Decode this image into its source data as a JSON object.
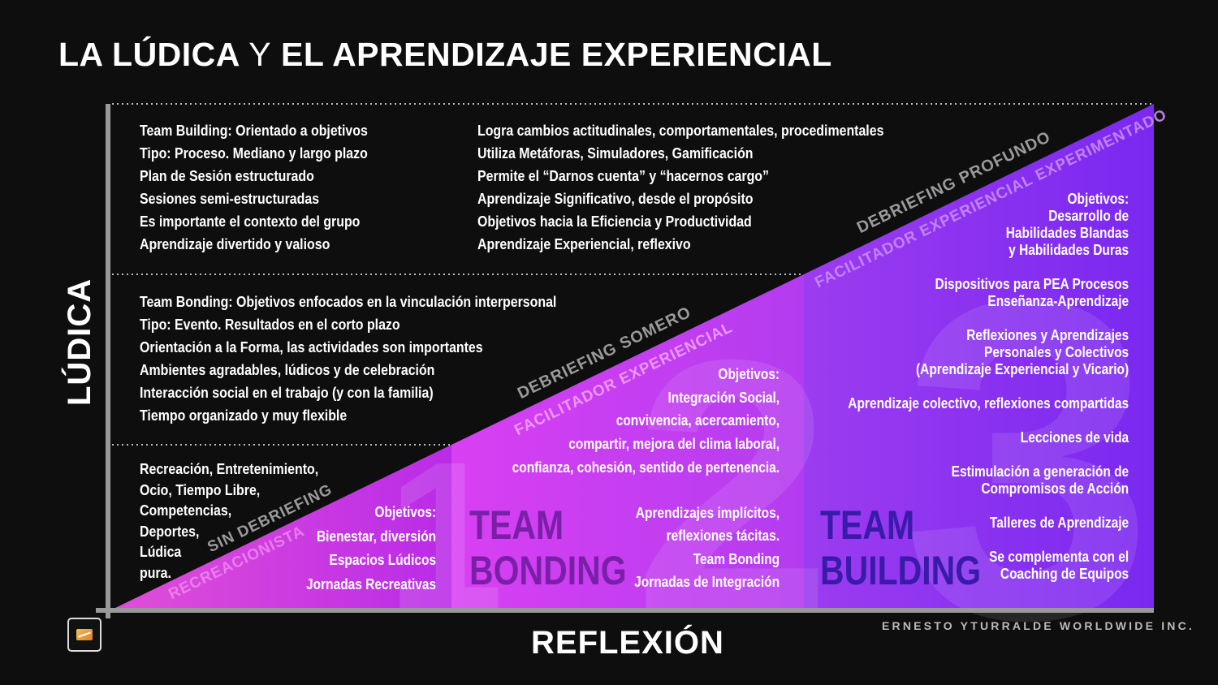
{
  "title": {
    "part1": "LA LÚDICA",
    "conj": "Y",
    "part2": "EL APRENDIZAJE EXPERIENCIAL"
  },
  "axes": {
    "y": "LÚDICA",
    "x": "REFLEXIÓN"
  },
  "credit": "ERNESTO YTURRALDE WORLDWIDE INC.",
  "colors": {
    "background": "#0e0e0f",
    "zone1": "#c83de0",
    "zone2": "#c842f0",
    "zone3": "#8a34f0",
    "axis": "#9a9a9a",
    "dark_label": "#3a1aa8"
  },
  "top_block": {
    "left": [
      "Team Building: Orientado a objetivos",
      "Tipo: Proceso. Mediano y largo plazo",
      "Plan de Sesión estructurado",
      "Sesiones semi-estructuradas",
      "Es importante el contexto del grupo",
      "Aprendizaje divertido y valioso"
    ],
    "right": [
      "Logra cambios actitudinales, comportamentales, procedimentales",
      "Utiliza Metáforas, Simuladores, Gamificación",
      "Permite el “Darnos cuenta” y “hacernos cargo”",
      "Aprendizaje Significativo, desde el propósito",
      "Objetivos hacia la Eficiencia y Productividad",
      "Aprendizaje Experiencial, reflexivo"
    ]
  },
  "middle_block": [
    "Team Bonding: Objetivos enfocados en la vinculación interpersonal",
    "Tipo: Evento. Resultados en el corto plazo",
    "Orientación a la Forma, las actividades son importantes",
    "Ambientes agradables, lúdicos y de celebración",
    "Interacción social en el trabajo (y con la familia)",
    "Tiempo organizado y muy flexible"
  ],
  "bottom_block": [
    "Recreación, Entretenimiento,",
    "Ocio, Tiempo Libre,",
    "Competencias,",
    "Deportes,",
    "Lúdica",
    "pura."
  ],
  "zone1": {
    "number": "1",
    "diag_top": "SIN DEBRIEFING",
    "diag_bottom": "RECREACIONISTA",
    "objectives": [
      "Objetivos:",
      "Bienestar, diversión",
      "Espacios Lúdicos",
      "Jornadas Recreativas"
    ]
  },
  "zone2": {
    "number": "2",
    "diag_top": "DEBRIEFING SOMERO",
    "diag_bottom": "FACILITADOR EXPERIENCIAL",
    "objectives": [
      "Objetivos:",
      "Integración Social,",
      "convivencia, acercamiento,",
      "compartir, mejora del clima laboral,",
      "confianza, cohesión, sentido de pertenencia."
    ],
    "label_line1": "TEAM",
    "label_line2": "BONDING",
    "extras": [
      "Aprendizajes implícitos,",
      "reflexiones tácitas.",
      "Team Bonding",
      "Jornadas de Integración"
    ]
  },
  "zone3": {
    "number": "3",
    "diag_top": "DEBRIEFING PROFUNDO",
    "diag_bottom": "FACILITADOR EXPERIENCIAL EXPERIMENTADO",
    "label_line1": "TEAM",
    "label_line2": "BUILDING",
    "items": [
      [
        "Objetivos:",
        "Desarrollo de",
        "Habilidades Blandas",
        "y Habilidades Duras"
      ],
      [
        "Dispositivos para PEA Procesos",
        "Enseñanza-Aprendizaje"
      ],
      [
        "Reflexiones y Aprendizajes",
        "Personales y Colectivos",
        "(Aprendizaje Experiencial y Vicario)"
      ],
      [
        "Aprendizaje colectivo, reflexiones compartidas"
      ],
      [
        "Lecciones de vida"
      ],
      [
        "Estimulación a generación de",
        "Compromisos de Acción"
      ],
      [
        "Talleres de Aprendizaje"
      ],
      [
        "Se complementa con el",
        "Coaching de Equipos"
      ]
    ]
  }
}
